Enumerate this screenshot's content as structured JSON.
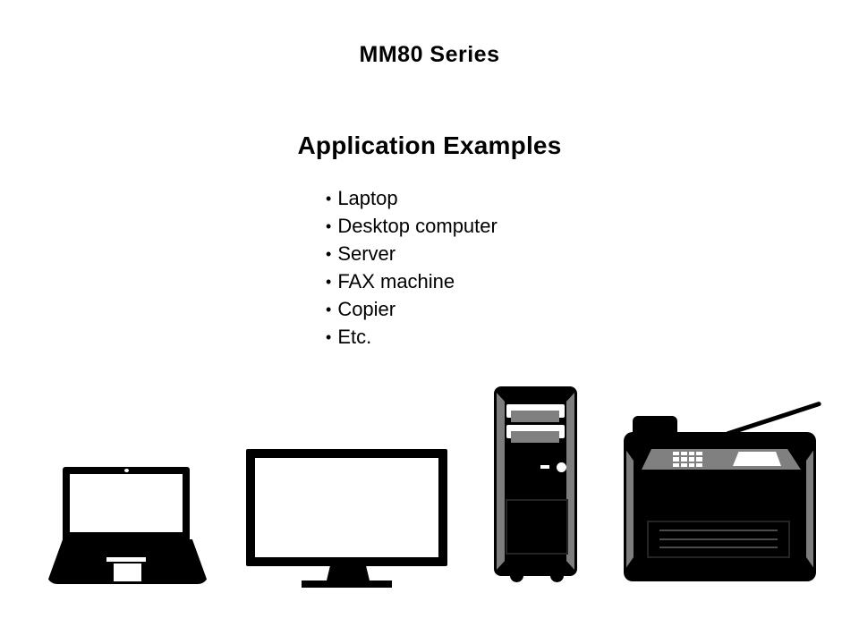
{
  "slide": {
    "title": "MM80 Series",
    "heading": "Application Examples",
    "bullet_char": "•",
    "bullets": [
      "Laptop",
      "Desktop computer",
      "Server",
      "FAX machine",
      "Copier",
      "Etc."
    ]
  },
  "illustrations": {
    "items": [
      {
        "name": "laptop"
      },
      {
        "name": "desktop-computer-monitor"
      },
      {
        "name": "server-tower"
      },
      {
        "name": "fax-copier-machine"
      }
    ]
  },
  "colors": {
    "background": "#ffffff",
    "ink": "#000000",
    "panel_gray": "#808080",
    "bevel_gray": "#7d7d7d",
    "vent_outline": "#242424",
    "tray_line_gray": "#4a4a4a"
  }
}
